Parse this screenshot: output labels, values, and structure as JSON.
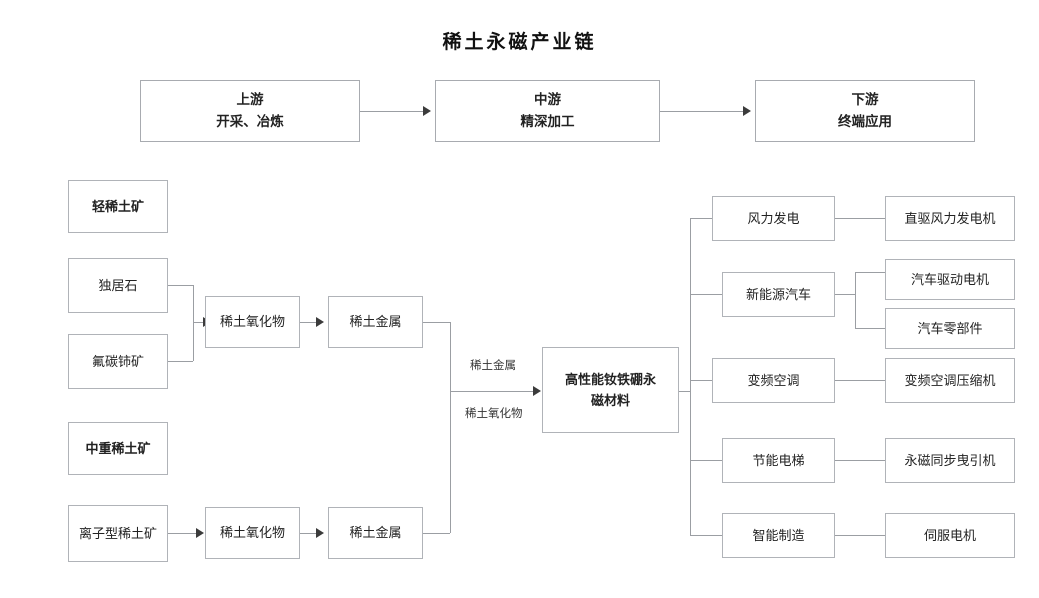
{
  "title": "稀土永磁产业链",
  "stages": [
    {
      "name": "upstream",
      "line1": "上游",
      "line2": "开采、冶炼"
    },
    {
      "name": "midstream",
      "line1": "中游",
      "line2": "精深加工"
    },
    {
      "name": "downstream",
      "line1": "下游",
      "line2": "终端应用"
    }
  ],
  "upstream": {
    "light_group_label": "轻稀土矿",
    "light_ores": [
      "独居石",
      "氟碳铈矿"
    ],
    "heavy_group_label": "中重稀土矿",
    "heavy_ores": [
      "离子型稀土矿"
    ]
  },
  "midstream": {
    "top_chain": [
      "稀土氧化物",
      "稀土金属"
    ],
    "bottom_chain": [
      "稀土氧化物",
      "稀土金属"
    ],
    "edge_label_top": "稀土金属",
    "edge_label_bottom": "稀土氧化物",
    "magnet_material": {
      "line1": "高性能钕铁硼永",
      "line2": "磁材料"
    }
  },
  "downstream": {
    "applications": [
      {
        "name": "wind-power",
        "label": "风力发电",
        "products": [
          "直驱风力发电机"
        ]
      },
      {
        "name": "new-energy-vehicle",
        "label": "新能源汽车",
        "products": [
          "汽车驱动电机",
          "汽车零部件"
        ]
      },
      {
        "name": "inverter-ac",
        "label": "变频空调",
        "products": [
          "变频空调压缩机"
        ]
      },
      {
        "name": "energy-saving-elevator",
        "label": "节能电梯",
        "products": [
          "永磁同步曳引机"
        ]
      },
      {
        "name": "smart-manufacturing",
        "label": "智能制造",
        "products": [
          "伺服电机"
        ]
      }
    ]
  },
  "colors": {
    "box_border": "#b0b3b8",
    "line": "#9b9ea3",
    "arrow": "#3b3b3b",
    "text": "#222222",
    "background": "#ffffff"
  }
}
